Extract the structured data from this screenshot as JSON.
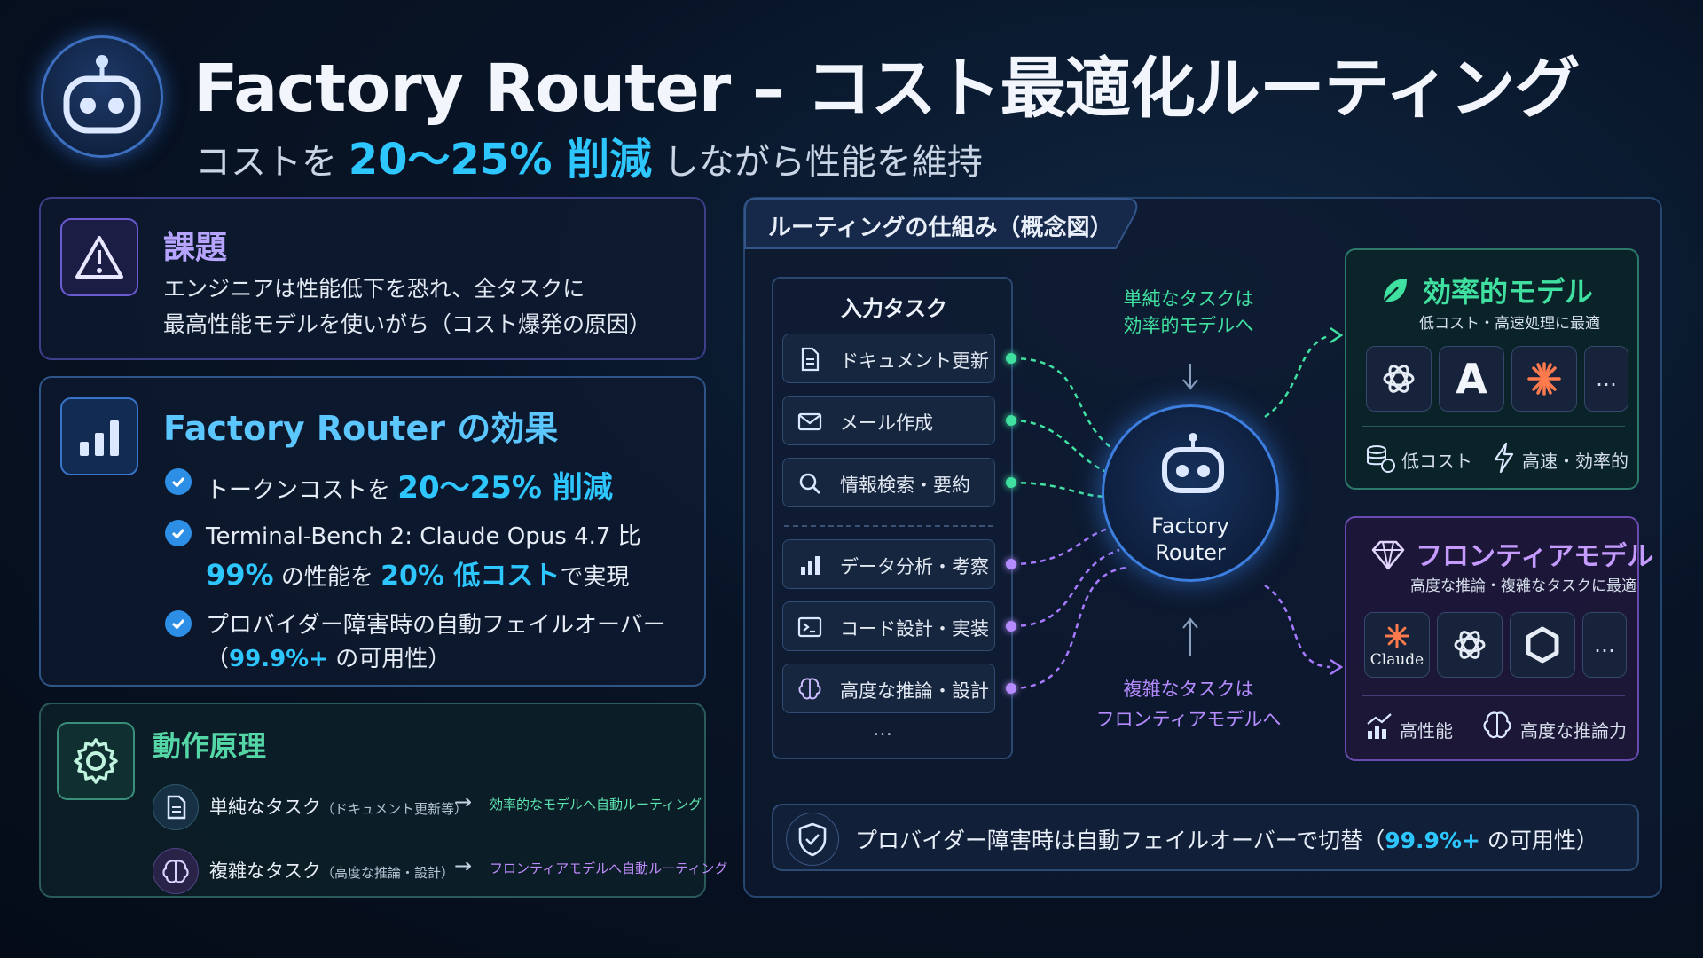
{
  "header": {
    "title": "Factory Router – コスト最適化ルーティング",
    "subtitle_prefix": "コストを",
    "subtitle_highlight": "20～25% 削減",
    "subtitle_suffix": "しながら性能を維持"
  },
  "problem": {
    "title": "課題",
    "line1": "エンジニアは性能低下を恐れ、全タスクに",
    "line2": "最高性能モデルを使いがち（コスト爆発の原因）"
  },
  "effect": {
    "title": "Factory Router の効果",
    "item1_prefix": "トークンコストを",
    "item1_highlight": "20～25% 削減",
    "item2_line1": "Terminal-Bench 2: Claude Opus 4.7 比",
    "item2_hl1": "99%",
    "item2_mid": "の性能を",
    "item2_hl2": "20% 低コスト",
    "item2_end": "で実現",
    "item3_line1": "プロバイダー障害時の自動フェイルオーバー",
    "item3_open": "（",
    "item3_hl": "99.9%+",
    "item3_end": "の可用性）"
  },
  "principle": {
    "title": "動作原理",
    "row1_label": "単純なタスク",
    "row1_note": "（ドキュメント更新等）",
    "row1_arrow": "→",
    "row1_target": "効率的なモデルへ自動ルーティング",
    "row2_label": "複雑なタスク",
    "row2_note": "（高度な推論・設計）",
    "row2_arrow": "→",
    "row2_target": "フロンティアモデルへ自動ルーティング"
  },
  "diagram": {
    "tab_title": "ルーティングの仕組み（概念図）",
    "input_title": "入力タスク",
    "tasks_simple": [
      "ドキュメント更新",
      "メール作成",
      "情報検索・要約"
    ],
    "tasks_complex": [
      "データ分析・考察",
      "コード設計・実装",
      "高度な推論・設計"
    ],
    "more": "…",
    "simple_note_line1": "単純なタスクは",
    "simple_note_line2": "効率的モデルへ",
    "complex_note_line1": "複雑なタスクは",
    "complex_note_line2": "フロンティアモデルへ",
    "router_line1": "Factory",
    "router_line2": "Router",
    "efficient": {
      "title": "効率的モデル",
      "subtitle": "低コスト・高速処理に最適",
      "chip_a": "A",
      "chip_more": "…",
      "feature1": "低コスト",
      "feature2": "高速・効率的"
    },
    "frontier": {
      "title": "フロンティアモデル",
      "subtitle": "高度な推論・複雑なタスクに最適",
      "chip_claude": "Claude",
      "chip_more": "…",
      "feature1": "高性能",
      "feature2": "高度な推論力"
    },
    "footer_prefix": "プロバイダー障害時は自動フェイルオーバーで切替（",
    "footer_highlight": "99.9%+",
    "footer_suffix": "の可用性）"
  },
  "colors": {
    "accent_cyan": "#2ec6ff",
    "efficient_green": "#3fe0a0",
    "frontier_purple": "#b07cff",
    "problem_border": "#5a4a9e",
    "principle_green": "#55d6a6"
  }
}
